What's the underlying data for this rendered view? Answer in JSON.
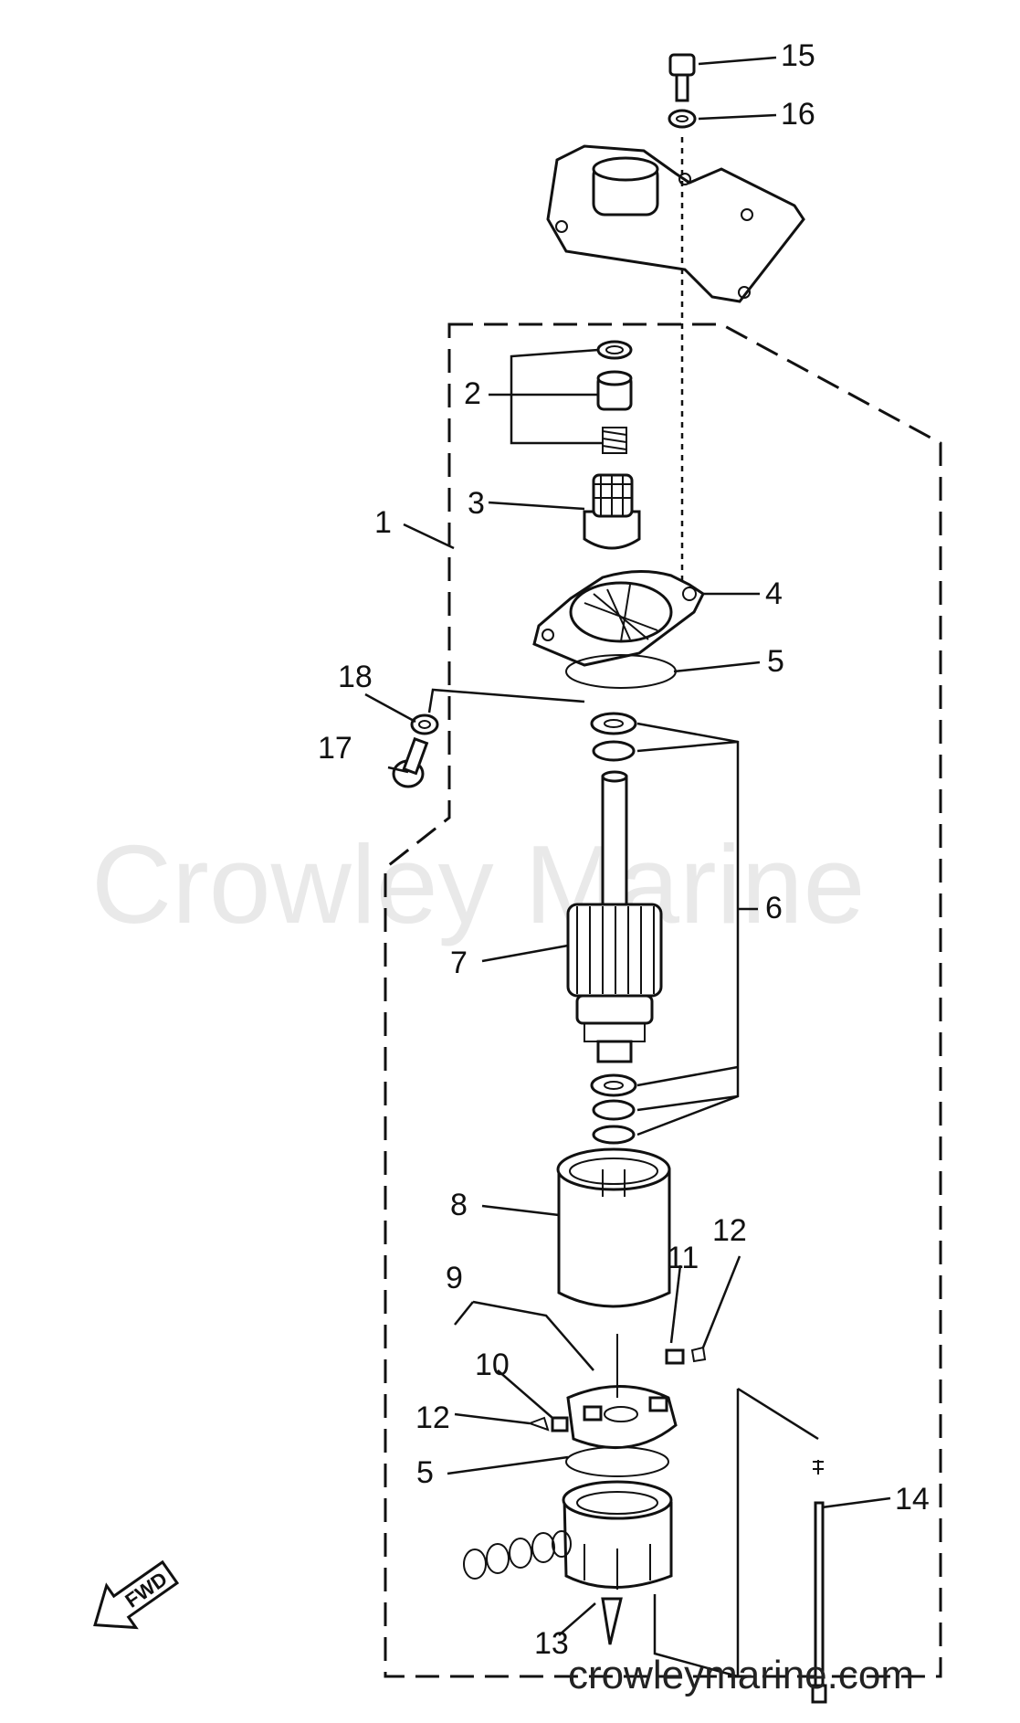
{
  "watermark": "Crowley Marine",
  "site": "crowleymarine.com",
  "fwd_label": "FWD",
  "parts": [
    {
      "num": "1"
    },
    {
      "num": "2"
    },
    {
      "num": "3"
    },
    {
      "num": "4"
    },
    {
      "num": "5"
    },
    {
      "num": "5"
    },
    {
      "num": "6"
    },
    {
      "num": "7"
    },
    {
      "num": "8"
    },
    {
      "num": "9"
    },
    {
      "num": "10"
    },
    {
      "num": "11"
    },
    {
      "num": "12"
    },
    {
      "num": "12"
    },
    {
      "num": "13"
    },
    {
      "num": "14"
    },
    {
      "num": "15"
    },
    {
      "num": "16"
    },
    {
      "num": "17"
    },
    {
      "num": "18"
    }
  ]
}
